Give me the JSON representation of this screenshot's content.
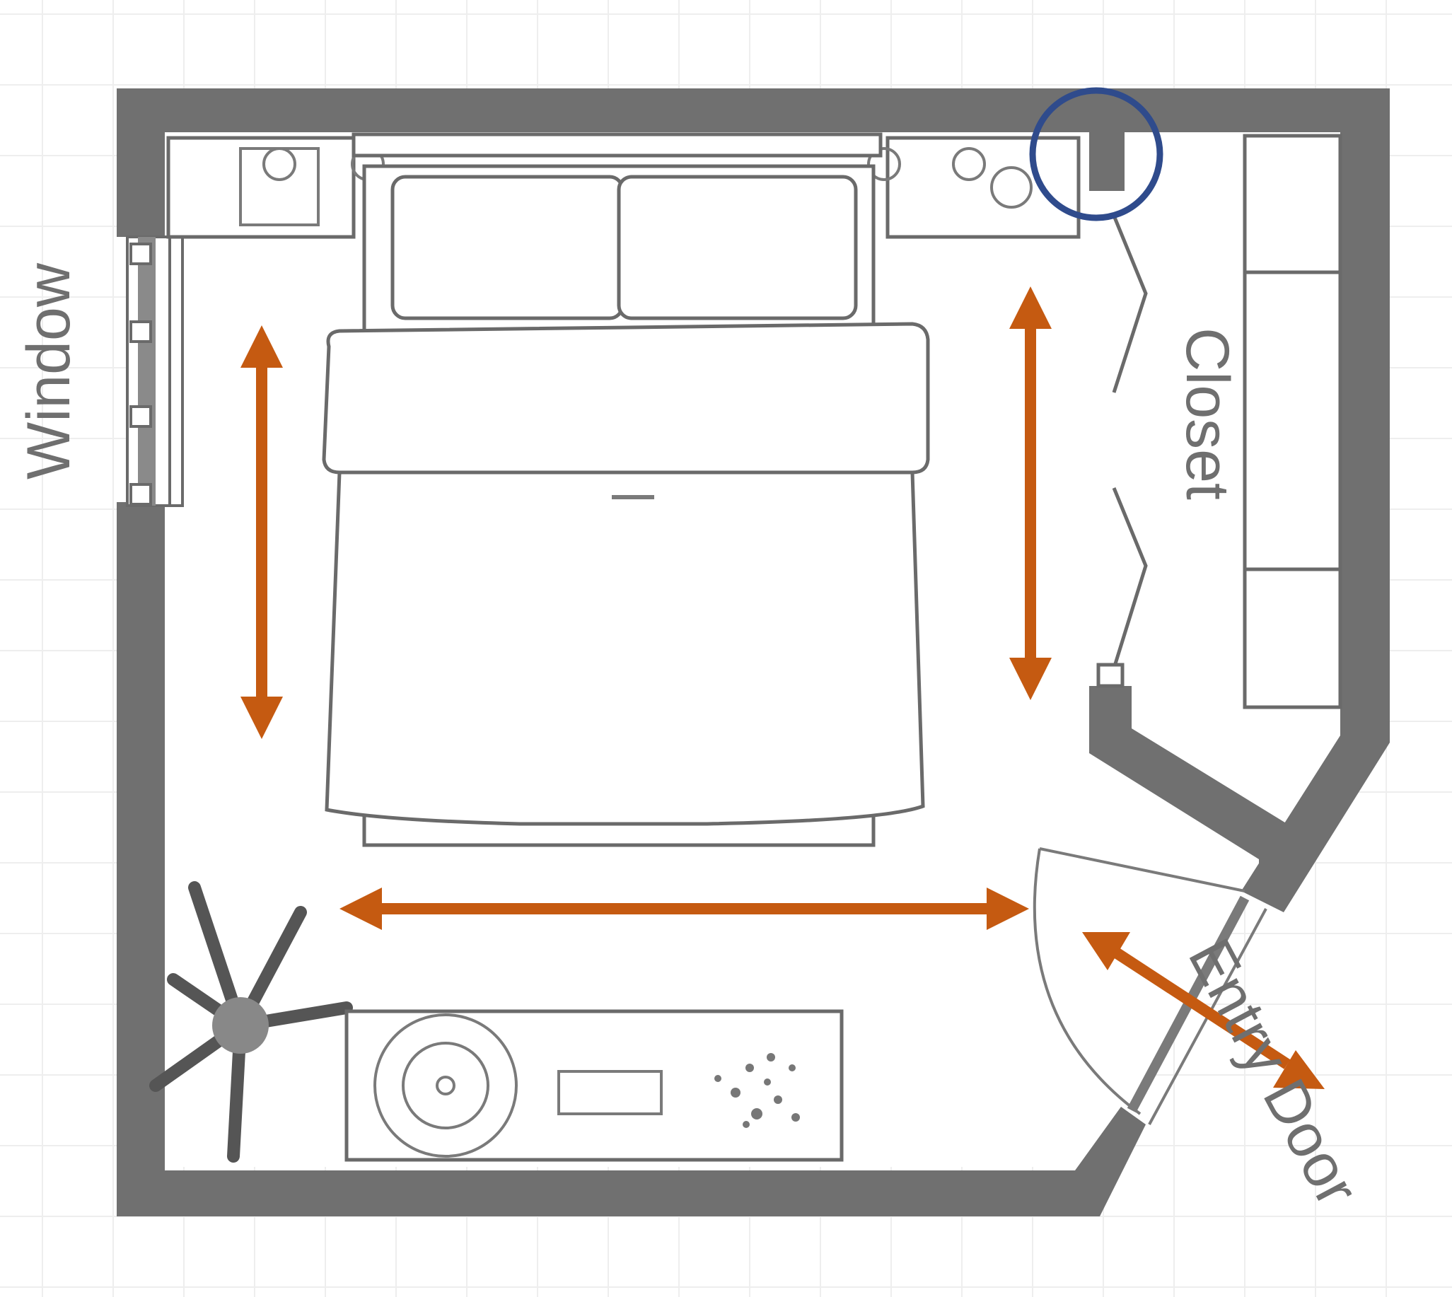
{
  "labels": {
    "window": "Window",
    "closet": "Closet",
    "entry_door": "Entry Door"
  },
  "colors": {
    "wall": "#707070",
    "arrow": "#c55a11",
    "highlight_circle": "#2f4b8c",
    "grid": "#eeeeee",
    "label": "#6f6f6f"
  },
  "icons": {
    "bed": "bed-icon",
    "nightstand": "nightstand-icon",
    "plant": "plant-icon",
    "dresser": "dresser-icon",
    "door_swing": "door-swing-icon",
    "closet_bifold_door": "bifold-door-icon"
  }
}
